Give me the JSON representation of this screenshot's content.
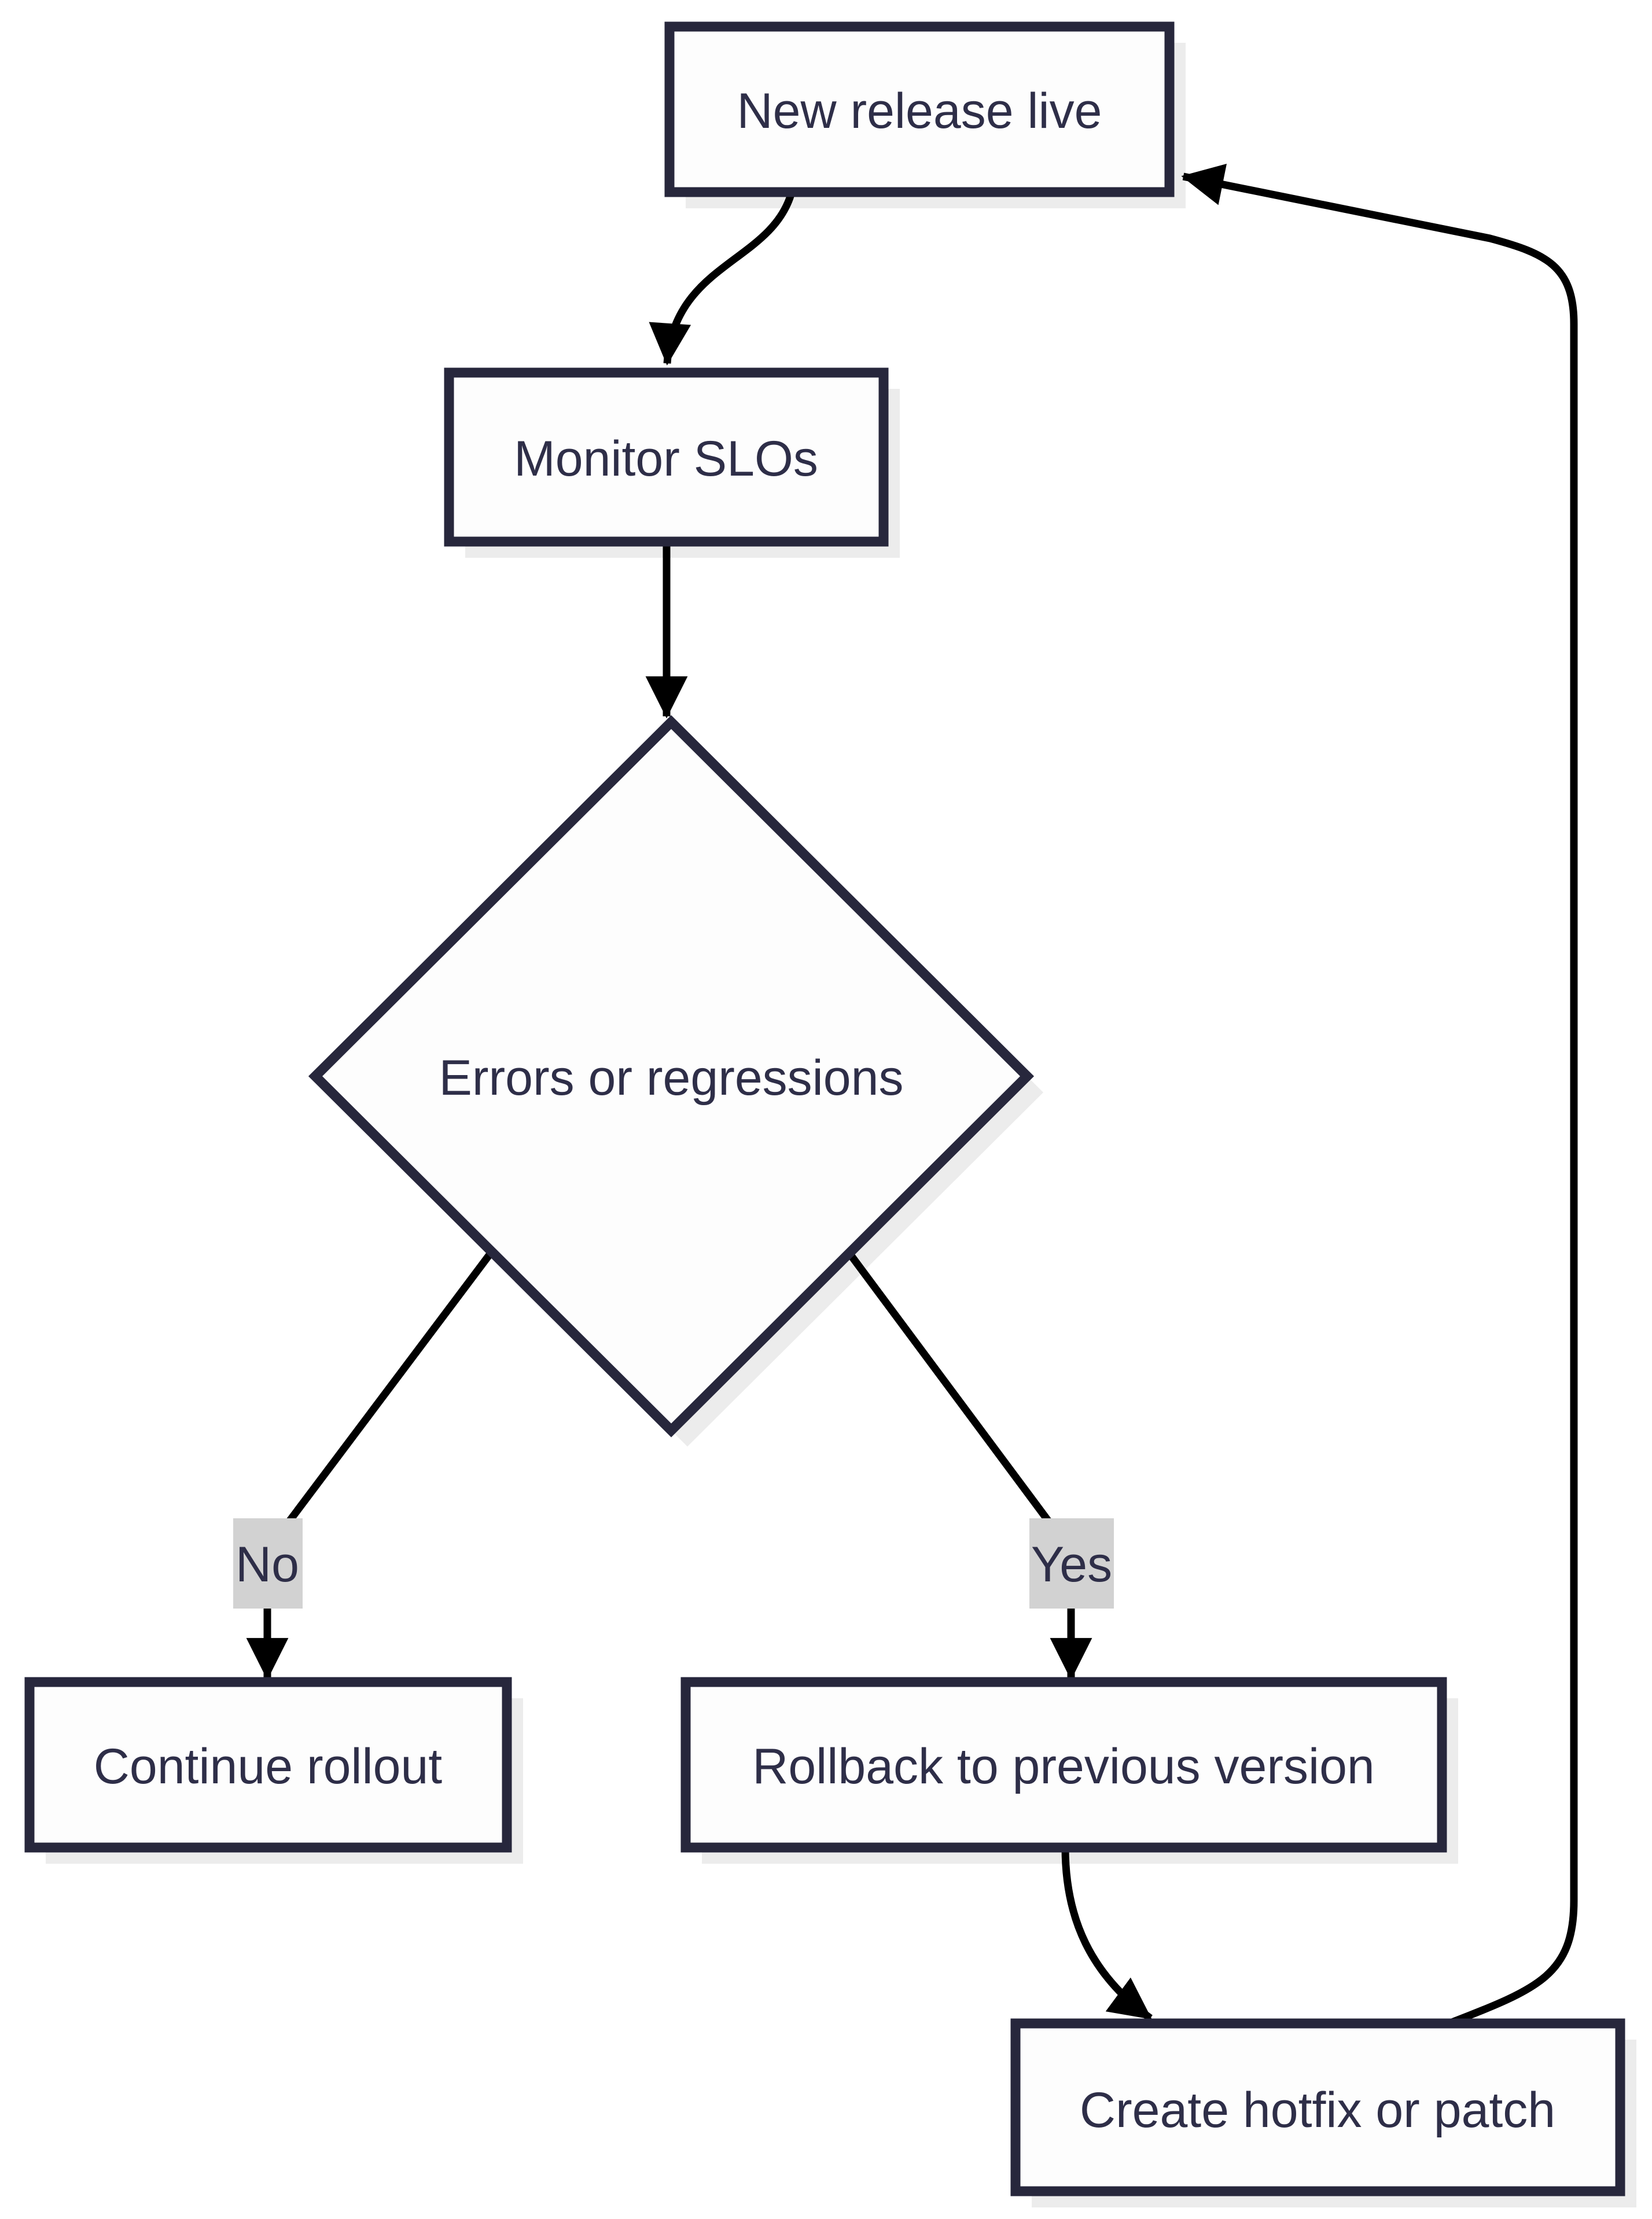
{
  "diagram": {
    "type": "flowchart",
    "direction": "top-down",
    "nodes": [
      {
        "id": "new-release",
        "label": "New release live",
        "shape": "rectangle"
      },
      {
        "id": "monitor-slos",
        "label": "Monitor SLOs",
        "shape": "rectangle"
      },
      {
        "id": "errors-decision",
        "label": "Errors or regressions",
        "shape": "diamond"
      },
      {
        "id": "continue-rollout",
        "label": "Continue rollout",
        "shape": "rectangle"
      },
      {
        "id": "rollback",
        "label": "Rollback to previous version",
        "shape": "rectangle"
      },
      {
        "id": "create-hotfix",
        "label": "Create hotfix or patch",
        "shape": "rectangle"
      }
    ],
    "edges": [
      {
        "from": "new-release",
        "to": "monitor-slos",
        "label": ""
      },
      {
        "from": "monitor-slos",
        "to": "errors-decision",
        "label": ""
      },
      {
        "from": "errors-decision",
        "to": "continue-rollout",
        "label": "No"
      },
      {
        "from": "errors-decision",
        "to": "rollback",
        "label": "Yes"
      },
      {
        "from": "rollback",
        "to": "create-hotfix",
        "label": ""
      },
      {
        "from": "create-hotfix",
        "to": "new-release",
        "label": ""
      }
    ],
    "colors": {
      "background": "#ffffff",
      "node_fill": "#fdfdfd",
      "node_border": "#27273c",
      "node_text": "#2e2e48",
      "connector": "#000000",
      "arrowhead": "#000000",
      "edge_label_bg": "#d2d2d2",
      "edge_label_text": "#2e2e48",
      "shadow": "#ececec"
    }
  }
}
